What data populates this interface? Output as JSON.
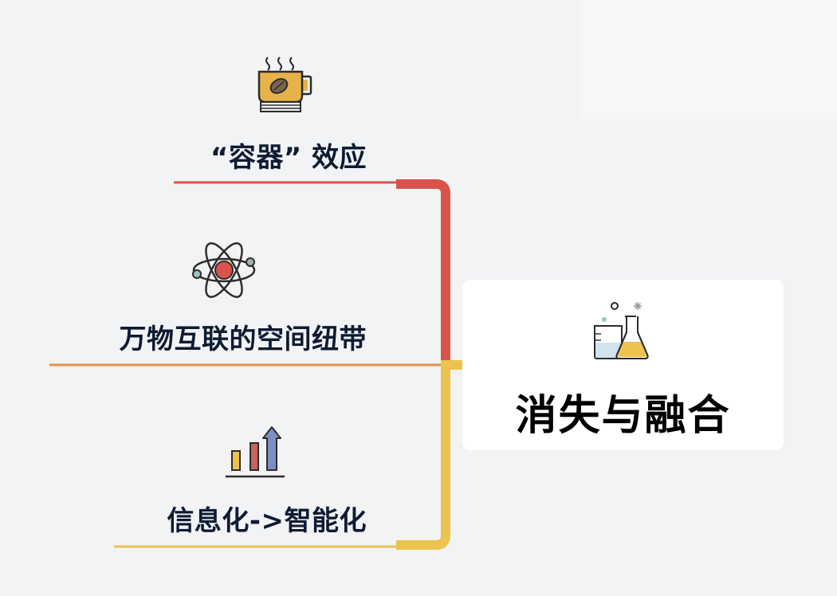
{
  "central_topic": {
    "title": "消失与融合",
    "icon": "flask-beaker-icon"
  },
  "branches": [
    {
      "label": "“容器” 效应",
      "icon": "coffee-cup-icon",
      "color": "#d9534a"
    },
    {
      "label": "万物互联的空间纽带",
      "icon": "atom-icon",
      "color": "#e0904a"
    },
    {
      "label": "信息化->智能化",
      "icon": "bar-chart-growth-icon",
      "color": "#ecc34e"
    }
  ]
}
